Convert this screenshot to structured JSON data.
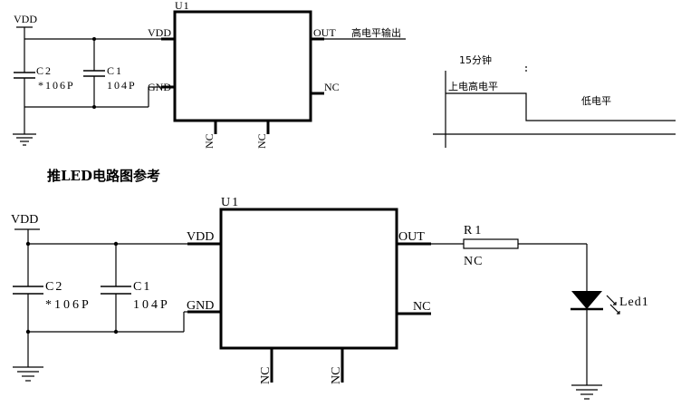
{
  "top_circuit": {
    "supply": "VDD",
    "ic_ref": "U1",
    "pin_vdd": "VDD",
    "pin_gnd": "GND",
    "pin_out": "OUT",
    "pin_nc_right": "NC",
    "pin_nc_bottom_left": "NC",
    "pin_nc_bottom_right": "NC",
    "c2_ref": "C2",
    "c2_value": "*106P",
    "c1_ref": "C1",
    "c1_value": "104P",
    "out_label": "高电平输出"
  },
  "timing": {
    "duration": "15分钟",
    "high_label": "上电高电平",
    "low_label": "低电平"
  },
  "section_title": "推LED电路图参考",
  "bottom_circuit": {
    "supply": "VDD",
    "ic_ref": "U1",
    "pin_vdd": "VDD",
    "pin_gnd": "GND",
    "pin_out": "OUT",
    "pin_nc_right": "NC",
    "pin_nc_bottom_left": "NC",
    "pin_nc_bottom_right": "NC",
    "c2_ref": "C2",
    "c2_value": "*106P",
    "c1_ref": "C1",
    "c1_value": "104P",
    "r1_ref": "R1",
    "r1_value": "NC",
    "led_label": "Led1"
  }
}
